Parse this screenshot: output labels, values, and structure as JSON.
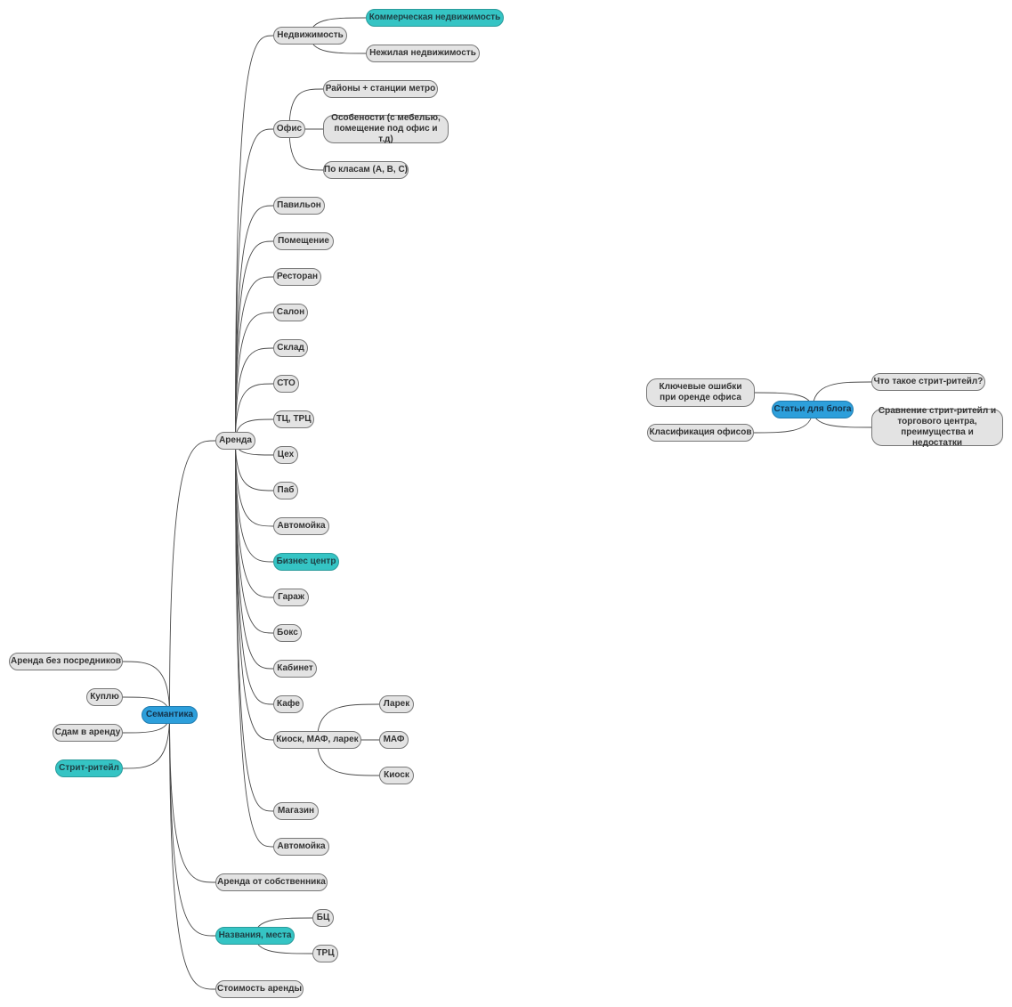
{
  "mindmap": {
    "nodes": {
      "semantika": "Семантика",
      "arenda": "Аренда",
      "nedvizhimost": "Недвижимость",
      "kommercheskaya": "Коммерческая недвижимость",
      "nezhilaya": "Нежилая недвижимость",
      "ofis": "Офис",
      "rayony": "Районы + станции метро",
      "osobennosti": "Особености (с мебелью, помещение под офис и т.д)",
      "po_klasam": "По класам (А, В, С)",
      "pavilon": "Павильон",
      "pomeshchenie": "Помещение",
      "restoran": "Ресторан",
      "salon": "Салон",
      "sklad": "Склад",
      "sto": "СТО",
      "tc_trc": "ТЦ, ТРЦ",
      "tseh": "Цех",
      "pab": "Паб",
      "avtomoyka_1": "Автомойка",
      "biznes_centr": "Бизнес центр",
      "garazh": "Гараж",
      "boks": "Бокс",
      "kabinet": "Кабинет",
      "kafe": "Кафе",
      "kiosk_maf_larek": "Киоск, МАФ, ларек",
      "larek": "Ларек",
      "maf": "МАФ",
      "kiosk": "Киоск",
      "magazin": "Магазин",
      "avtomoyka_2": "Автомойка",
      "arenda_ot_sobstvennika": "Аренда от собственника",
      "nazvaniya_mesta": "Названия, места",
      "bc": "БЦ",
      "trc": "ТРЦ",
      "stoimost_arendy": "Стоимость аренды",
      "arenda_bez_posrednikov": "Аренда без посредников",
      "kuplyu": "Куплю",
      "sdam_v_arendu": "Сдам в аренду",
      "strit_riteyl": "Стрит-ритейл",
      "stati_dlya_bloga": "Статьи для блога",
      "klyuchevye_oshibki": "Ключевые ошибки при оренде офиса",
      "klasifikaciya_ofisov": "Класификация офисов",
      "chto_takoe": "Что такое стрит-ритейл?",
      "sravnenie": "Сравнение стрит-ритейл и торгового центра, преимущества и недостатки"
    },
    "colors": {
      "node_fill": "#e3e3e3",
      "node_border": "#777777",
      "highlight_teal": "#35c4c4",
      "root_blue": "#2d9fdb",
      "connector": "#4a4a4a",
      "text": "#333333"
    }
  }
}
